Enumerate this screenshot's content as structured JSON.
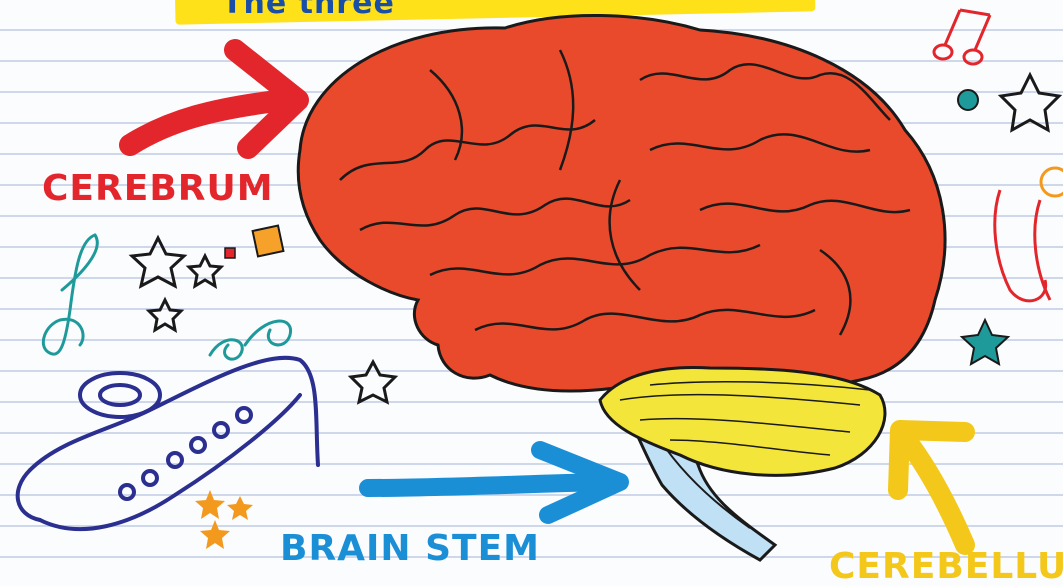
{
  "title": "The three ",
  "labels": {
    "cerebrum": "CEREBRUM",
    "brain_stem": "BRAIN STEM",
    "cerebellum": "CEREBELLUM"
  },
  "colors": {
    "cerebrum": "#e3262b",
    "brain_stem": "#1b8fd6",
    "cerebellum": "#f3c81a",
    "title_banner": "#ffe11a",
    "title_text": "#1a4fa8"
  }
}
